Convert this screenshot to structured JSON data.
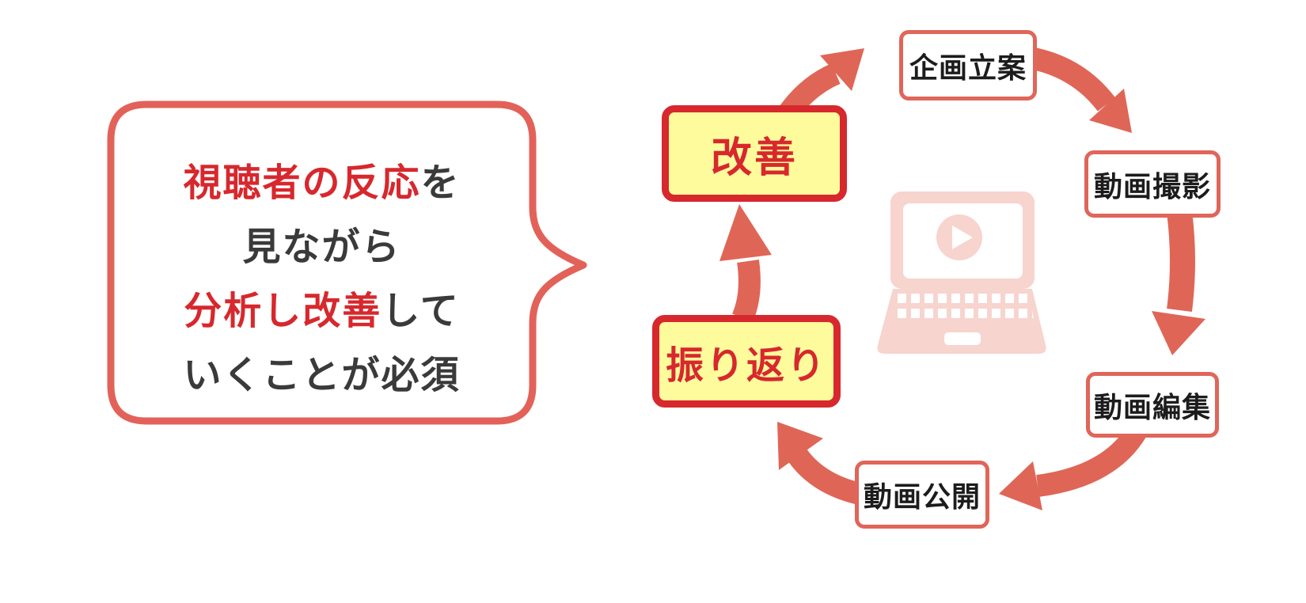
{
  "speech_bubble": {
    "line1_highlight": "視聴者の反応",
    "line1_rest": "を",
    "line2": "見ながら",
    "line3_highlight": "分析し改善",
    "line3_rest": "して",
    "line4": "いくことが必須"
  },
  "cycle": {
    "steps": {
      "planning": "企画立案",
      "shooting": "動画撮影",
      "editing": "動画編集",
      "publishing": "動画公開",
      "review": "振り返り",
      "improvement": "改善"
    }
  },
  "icons": {
    "center_icon": "laptop-video-play-icon",
    "arrow_icon": "curved-cycle-arrow"
  },
  "colors": {
    "salmon_accent": "#E0655A",
    "strong_red": "#D7282D",
    "highlight_yellow": "#FDFB9C",
    "laptop_pink": "#F7D4CE",
    "dark_text": "#3A3A3A",
    "background": "#FFFFFF"
  }
}
